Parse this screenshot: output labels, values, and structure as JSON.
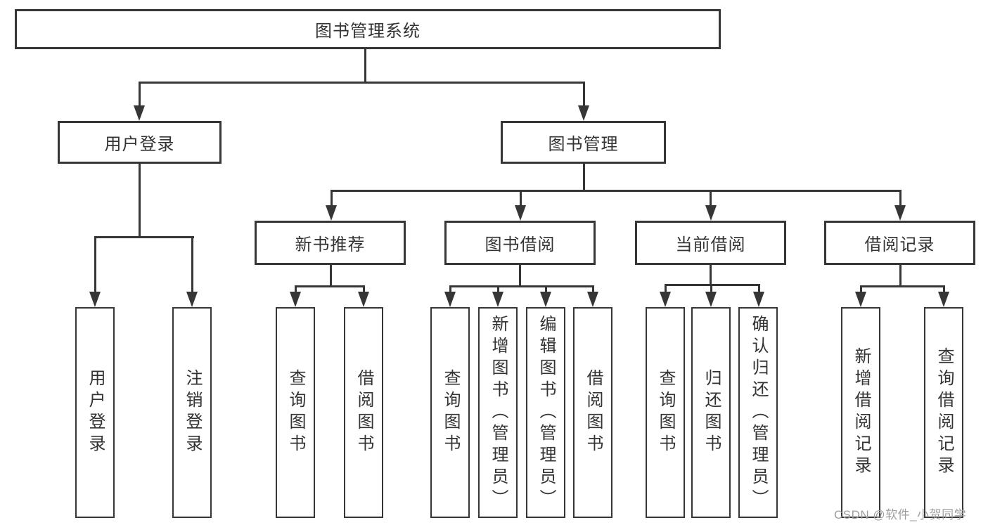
{
  "tree": {
    "root": {
      "label": "图书管理系统"
    },
    "branches": [
      {
        "label": "用户登录",
        "children": [
          {
            "label": "用户登录"
          },
          {
            "label": "注销登录"
          }
        ]
      },
      {
        "label": "图书管理",
        "children": [
          {
            "label": "新书推荐",
            "children": [
              {
                "label": "查询图书"
              },
              {
                "label": "借阅图书"
              }
            ]
          },
          {
            "label": "图书借阅",
            "children": [
              {
                "label": "查询图书"
              },
              {
                "label": "新增图书（管理员）"
              },
              {
                "label": "编辑图书（管理员）"
              },
              {
                "label": "借阅图书"
              }
            ]
          },
          {
            "label": "当前借阅",
            "children": [
              {
                "label": "查询图书"
              },
              {
                "label": "归还图书"
              },
              {
                "label": "确认归还（管理员）"
              }
            ]
          },
          {
            "label": "借阅记录",
            "children": [
              {
                "label": "新增借阅记录"
              },
              {
                "label": "查询借阅记录"
              }
            ]
          }
        ]
      }
    ]
  },
  "watermark": {
    "text": "CSDN @软件_小贺同学"
  },
  "colors": {
    "line": "#363636",
    "text": "#333333",
    "watermark": "#9e9e9e",
    "background": "#ffffff"
  }
}
